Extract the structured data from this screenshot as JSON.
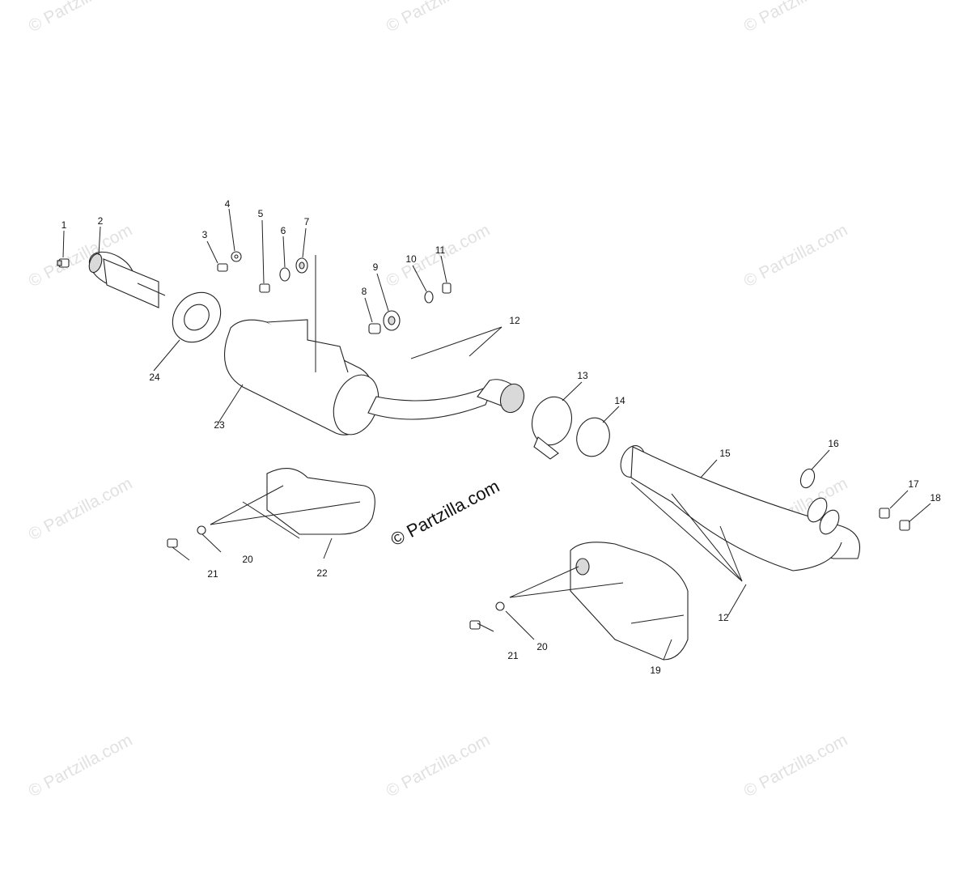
{
  "watermark_text": "© Partzilla.com",
  "watermark_center_text": "© Partzilla.com",
  "callouts": [
    "1",
    "2",
    "3",
    "4",
    "5",
    "6",
    "7",
    "8",
    "9",
    "10",
    "11",
    "12",
    "12",
    "13",
    "14",
    "15",
    "16",
    "17",
    "18",
    "19",
    "20",
    "20",
    "21",
    "21",
    "22",
    "23",
    "24"
  ]
}
